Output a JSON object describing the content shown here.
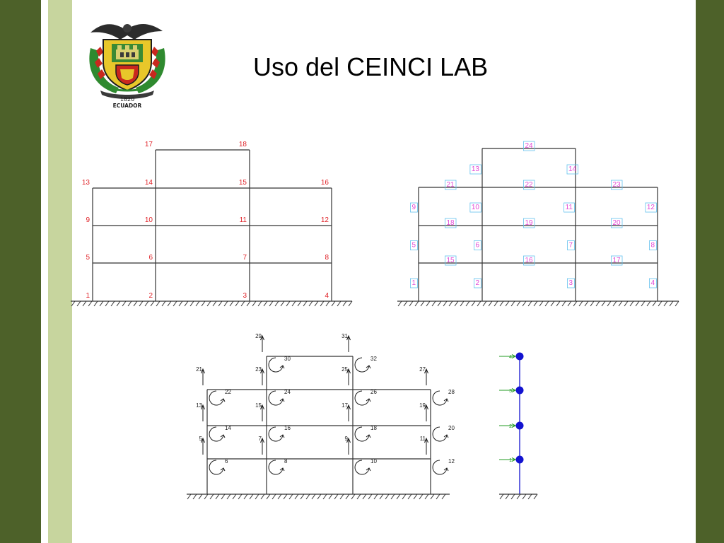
{
  "title": "Uso del CEINCI LAB",
  "emblem": {
    "year": "1820",
    "country": "ECUADOR"
  },
  "colors": {
    "band_dark": "#4d6129",
    "band_light": "#c7d59e",
    "frame_line": "#333333",
    "node_label": "#e0242a",
    "element_label": "#e24ad6",
    "element_box": "#63c1ee",
    "dof_arrow": "#1a1a1a",
    "mass_node": "#1313d0",
    "lateral_arrow": "#209b20"
  },
  "frame_nodes": {
    "labels": [
      "1",
      "2",
      "3",
      "4",
      "5",
      "6",
      "7",
      "8",
      "9",
      "10",
      "11",
      "12",
      "13",
      "14",
      "15",
      "16",
      "17",
      "18"
    ]
  },
  "frame_elements": {
    "labels": [
      "1",
      "2",
      "3",
      "4",
      "5",
      "6",
      "7",
      "8",
      "9",
      "10",
      "11",
      "12",
      "13",
      "14",
      "15",
      "16",
      "17",
      "18",
      "19",
      "20",
      "21",
      "22",
      "23",
      "24"
    ]
  },
  "frame_dofs": {
    "labels": [
      "5",
      "6",
      "7",
      "8",
      "9",
      "10",
      "11",
      "12",
      "13",
      "14",
      "15",
      "16",
      "17",
      "18",
      "19",
      "20",
      "21",
      "22",
      "23",
      "24",
      "25",
      "26",
      "27",
      "28",
      "29",
      "30",
      "31",
      "32"
    ]
  },
  "lateral_model": {
    "labels": [
      "1",
      "2",
      "3",
      "4"
    ]
  }
}
